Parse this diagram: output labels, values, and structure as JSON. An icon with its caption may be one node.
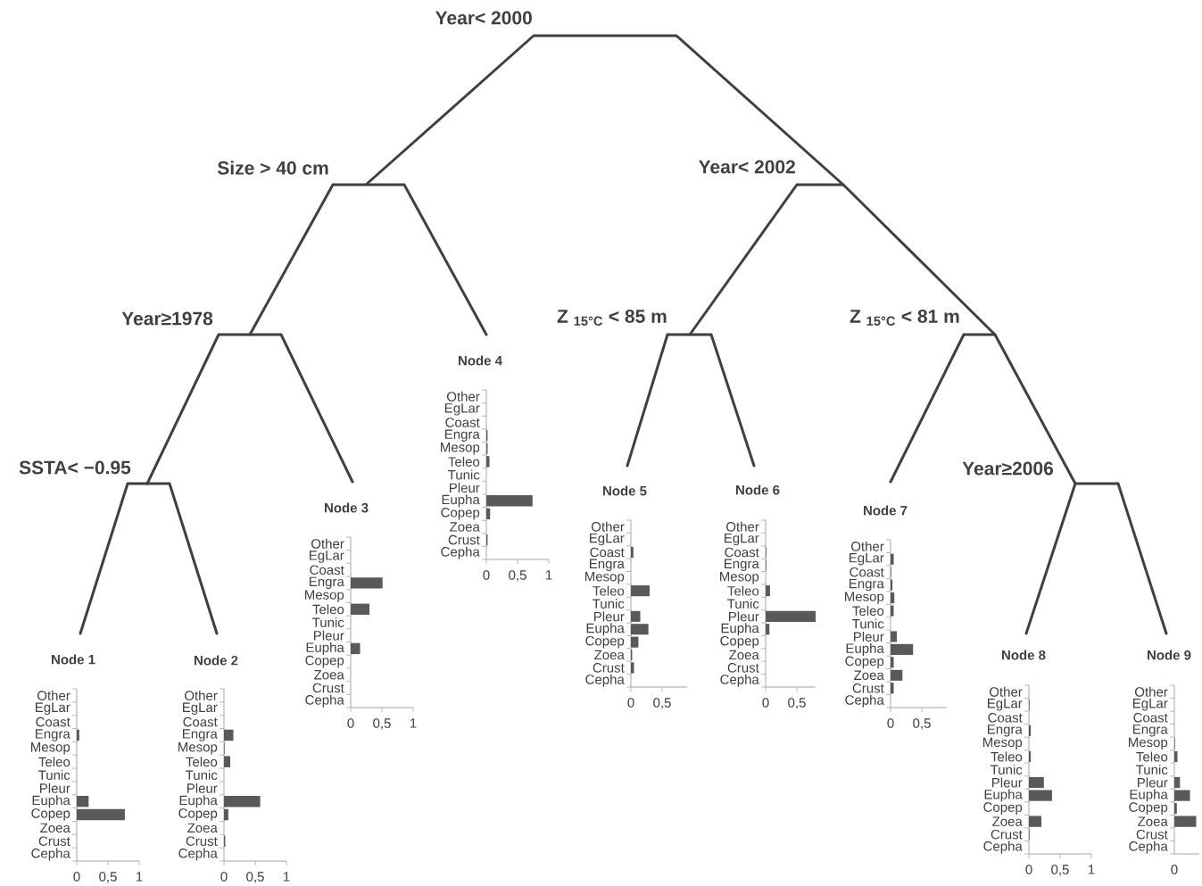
{
  "diagram": {
    "nodes": [
      {
        "text": [
          "Year< 2000"
        ]
      },
      {
        "text": [
          "Size > 40 cm"
        ]
      },
      {
        "text": [
          "Year< 2002"
        ]
      },
      {
        "text": [
          "Year≥1978"
        ]
      },
      {
        "text": [
          "Z $_{15°C}$ < 85 m"
        ]
      },
      {
        "text": [
          "Z $_{15°C}$ < 81 m"
        ]
      },
      {
        "text": [
          "Node 4"
        ]
      },
      {
        "text": [
          "SSTA< −0.95"
        ]
      },
      {
        "text": [
          "Node 3"
        ]
      },
      {
        "text": [
          "Node 5"
        ]
      },
      {
        "text": [
          "Node 6"
        ]
      },
      {
        "text": [
          "Node 7"
        ]
      },
      {
        "text": [
          "Year≥2006"
        ]
      },
      {
        "text": [
          "Node 1"
        ]
      },
      {
        "text": [
          "Node 2"
        ]
      },
      {
        "text": [
          "Node 8"
        ]
      },
      {
        "text": [
          "Node 9"
        ]
      }
    ],
    "edges": [
      {
        "from": 0,
        "to": 1,
        "arrow": "none"
      },
      {
        "from": 0,
        "to": 2,
        "arrow": "none"
      },
      {
        "from": 1,
        "to": 3,
        "arrow": "none"
      },
      {
        "from": 1,
        "to": 6,
        "arrow": "none"
      },
      {
        "from": 2,
        "to": 4,
        "arrow": "none"
      },
      {
        "from": 2,
        "to": 5,
        "arrow": "none"
      },
      {
        "from": 3,
        "to": 7,
        "arrow": "none"
      },
      {
        "from": 3,
        "to": 8,
        "arrow": "none"
      },
      {
        "from": 4,
        "to": 9,
        "arrow": "none"
      },
      {
        "from": 4,
        "to": 10,
        "arrow": "none"
      },
      {
        "from": 5,
        "to": 11,
        "arrow": "none"
      },
      {
        "from": 5,
        "to": 12,
        "arrow": "none"
      },
      {
        "from": 7,
        "to": 13,
        "arrow": "none"
      },
      {
        "from": 7,
        "to": 14,
        "arrow": "none"
      },
      {
        "from": 12,
        "to": 15,
        "arrow": "none"
      },
      {
        "from": 12,
        "to": 16,
        "arrow": "none"
      }
    ],
    "chart_data": [
      {
        "type": "bar",
        "orientation": "horizontal",
        "categories": [
          "Other",
          "EgLar",
          "Coast",
          "Engra",
          "Mesop",
          "Teleo",
          "Tunic",
          "Pleur",
          "Eupha",
          "Copep",
          "Zoea",
          "Crust",
          "Cepha"
        ],
        "values": [
          0,
          0,
          0,
          0.02,
          0.02,
          0.05,
          0,
          0,
          0.74,
          0.06,
          0,
          0.02,
          0
        ],
        "xlim": [
          0,
          1
        ],
        "xticks": [
          {
            "value": 0,
            "label": "0"
          },
          {
            "value": 0.5,
            "label": "0,5"
          },
          {
            "value": 1,
            "label": "1"
          }
        ]
      },
      {
        "type": "bar",
        "orientation": "horizontal",
        "categories": [
          "Other",
          "EgLar",
          "Coast",
          "Engra",
          "Mesop",
          "Teleo",
          "Tunic",
          "Pleur",
          "Eupha",
          "Copep",
          "Zoea",
          "Crust",
          "Cepha"
        ],
        "values": [
          0,
          0,
          0,
          0.51,
          0,
          0.3,
          0,
          0,
          0.15,
          0,
          0,
          0,
          0
        ],
        "xlim": [
          0,
          1
        ],
        "xticks": [
          {
            "value": 0,
            "label": "0"
          },
          {
            "value": 0.5,
            "label": "0,5"
          },
          {
            "value": 1,
            "label": "1"
          }
        ]
      },
      {
        "type": "bar",
        "orientation": "horizontal",
        "categories": [
          "Other",
          "EgLar",
          "Coast",
          "Engra",
          "Mesop",
          "Teleo",
          "Tunic",
          "Pleur",
          "Eupha",
          "Copep",
          "Zoea",
          "Crust",
          "Cepha"
        ],
        "values": [
          0,
          0,
          0.04,
          0,
          0,
          0.3,
          0,
          0.15,
          0.28,
          0.12,
          0.02,
          0.05,
          0
        ],
        "xlim": [
          0,
          0.9
        ],
        "xticks": [
          {
            "value": 0,
            "label": "0"
          },
          {
            "value": 0.5,
            "label": "0,5"
          }
        ]
      },
      {
        "type": "bar",
        "orientation": "horizontal",
        "categories": [
          "Other",
          "EgLar",
          "Coast",
          "Engra",
          "Mesop",
          "Teleo",
          "Tunic",
          "Pleur",
          "Eupha",
          "Copep",
          "Zoea",
          "Crust",
          "Cepha"
        ],
        "values": [
          0,
          0,
          0.01,
          0.01,
          0,
          0.07,
          0,
          0.8,
          0.06,
          0,
          0,
          0,
          0
        ],
        "xlim": [
          0,
          0.8
        ],
        "xticks": [
          {
            "value": 0,
            "label": "0"
          },
          {
            "value": 0.5,
            "label": "0,5"
          }
        ]
      },
      {
        "type": "bar",
        "orientation": "horizontal",
        "categories": [
          "Other",
          "EgLar",
          "Coast",
          "Engra",
          "Mesop",
          "Teleo",
          "Tunic",
          "Pleur",
          "Eupha",
          "Copep",
          "Zoea",
          "Crust",
          "Cepha"
        ],
        "values": [
          0,
          0.05,
          0.01,
          0.03,
          0.06,
          0.05,
          0,
          0.1,
          0.36,
          0.05,
          0.19,
          0.05,
          0
        ],
        "xlim": [
          0,
          0.9
        ],
        "xticks": [
          {
            "value": 0,
            "label": "0"
          },
          {
            "value": 0.5,
            "label": "0,5"
          }
        ]
      },
      {
        "type": "bar",
        "orientation": "horizontal",
        "categories": [
          "Other",
          "EgLar",
          "Coast",
          "Engra",
          "Mesop",
          "Teleo",
          "Tunic",
          "Pleur",
          "Eupha",
          "Copep",
          "Zoea",
          "Crust",
          "Cepha"
        ],
        "values": [
          0,
          0,
          0,
          0.04,
          0,
          0,
          0,
          0,
          0.19,
          0.77,
          0,
          0,
          0
        ],
        "xlim": [
          0,
          1
        ],
        "xticks": [
          {
            "value": 0,
            "label": "0"
          },
          {
            "value": 0.5,
            "label": "0,5"
          },
          {
            "value": 1,
            "label": "1"
          }
        ]
      },
      {
        "type": "bar",
        "orientation": "horizontal",
        "categories": [
          "Other",
          "EgLar",
          "Coast",
          "Engra",
          "Mesop",
          "Teleo",
          "Tunic",
          "Pleur",
          "Eupha",
          "Copep",
          "Zoea",
          "Crust",
          "Cepha"
        ],
        "values": [
          0,
          0,
          0,
          0.15,
          0.01,
          0.1,
          0,
          0,
          0.58,
          0.07,
          0,
          0.02,
          0
        ],
        "xlim": [
          0,
          1
        ],
        "xticks": [
          {
            "value": 0,
            "label": "0"
          },
          {
            "value": 0.5,
            "label": "0,5"
          },
          {
            "value": 1,
            "label": "1"
          }
        ]
      },
      {
        "type": "bar",
        "orientation": "horizontal",
        "categories": [
          "Other",
          "EgLar",
          "Coast",
          "Engra",
          "Mesop",
          "Teleo",
          "Tunic",
          "Pleur",
          "Eupha",
          "Copep",
          "Zoea",
          "Crust",
          "Cepha"
        ],
        "values": [
          0,
          0.01,
          0,
          0.03,
          0,
          0.03,
          0,
          0.24,
          0.37,
          0,
          0.2,
          0.01,
          0
        ],
        "xlim": [
          0,
          1
        ],
        "xticks": [
          {
            "value": 0,
            "label": "0"
          },
          {
            "value": 0.5,
            "label": "0,5"
          },
          {
            "value": 1,
            "label": "1"
          }
        ]
      }
    ],
    "labels": [
      "Other",
      "EgLar",
      "Coast",
      "Engra",
      "Mesop",
      "Teleo",
      "Tunic",
      "Pleur",
      "Eupha",
      "Copep",
      "Zoea",
      "Crust",
      "Cepha",
      "0"
    ]
  }
}
